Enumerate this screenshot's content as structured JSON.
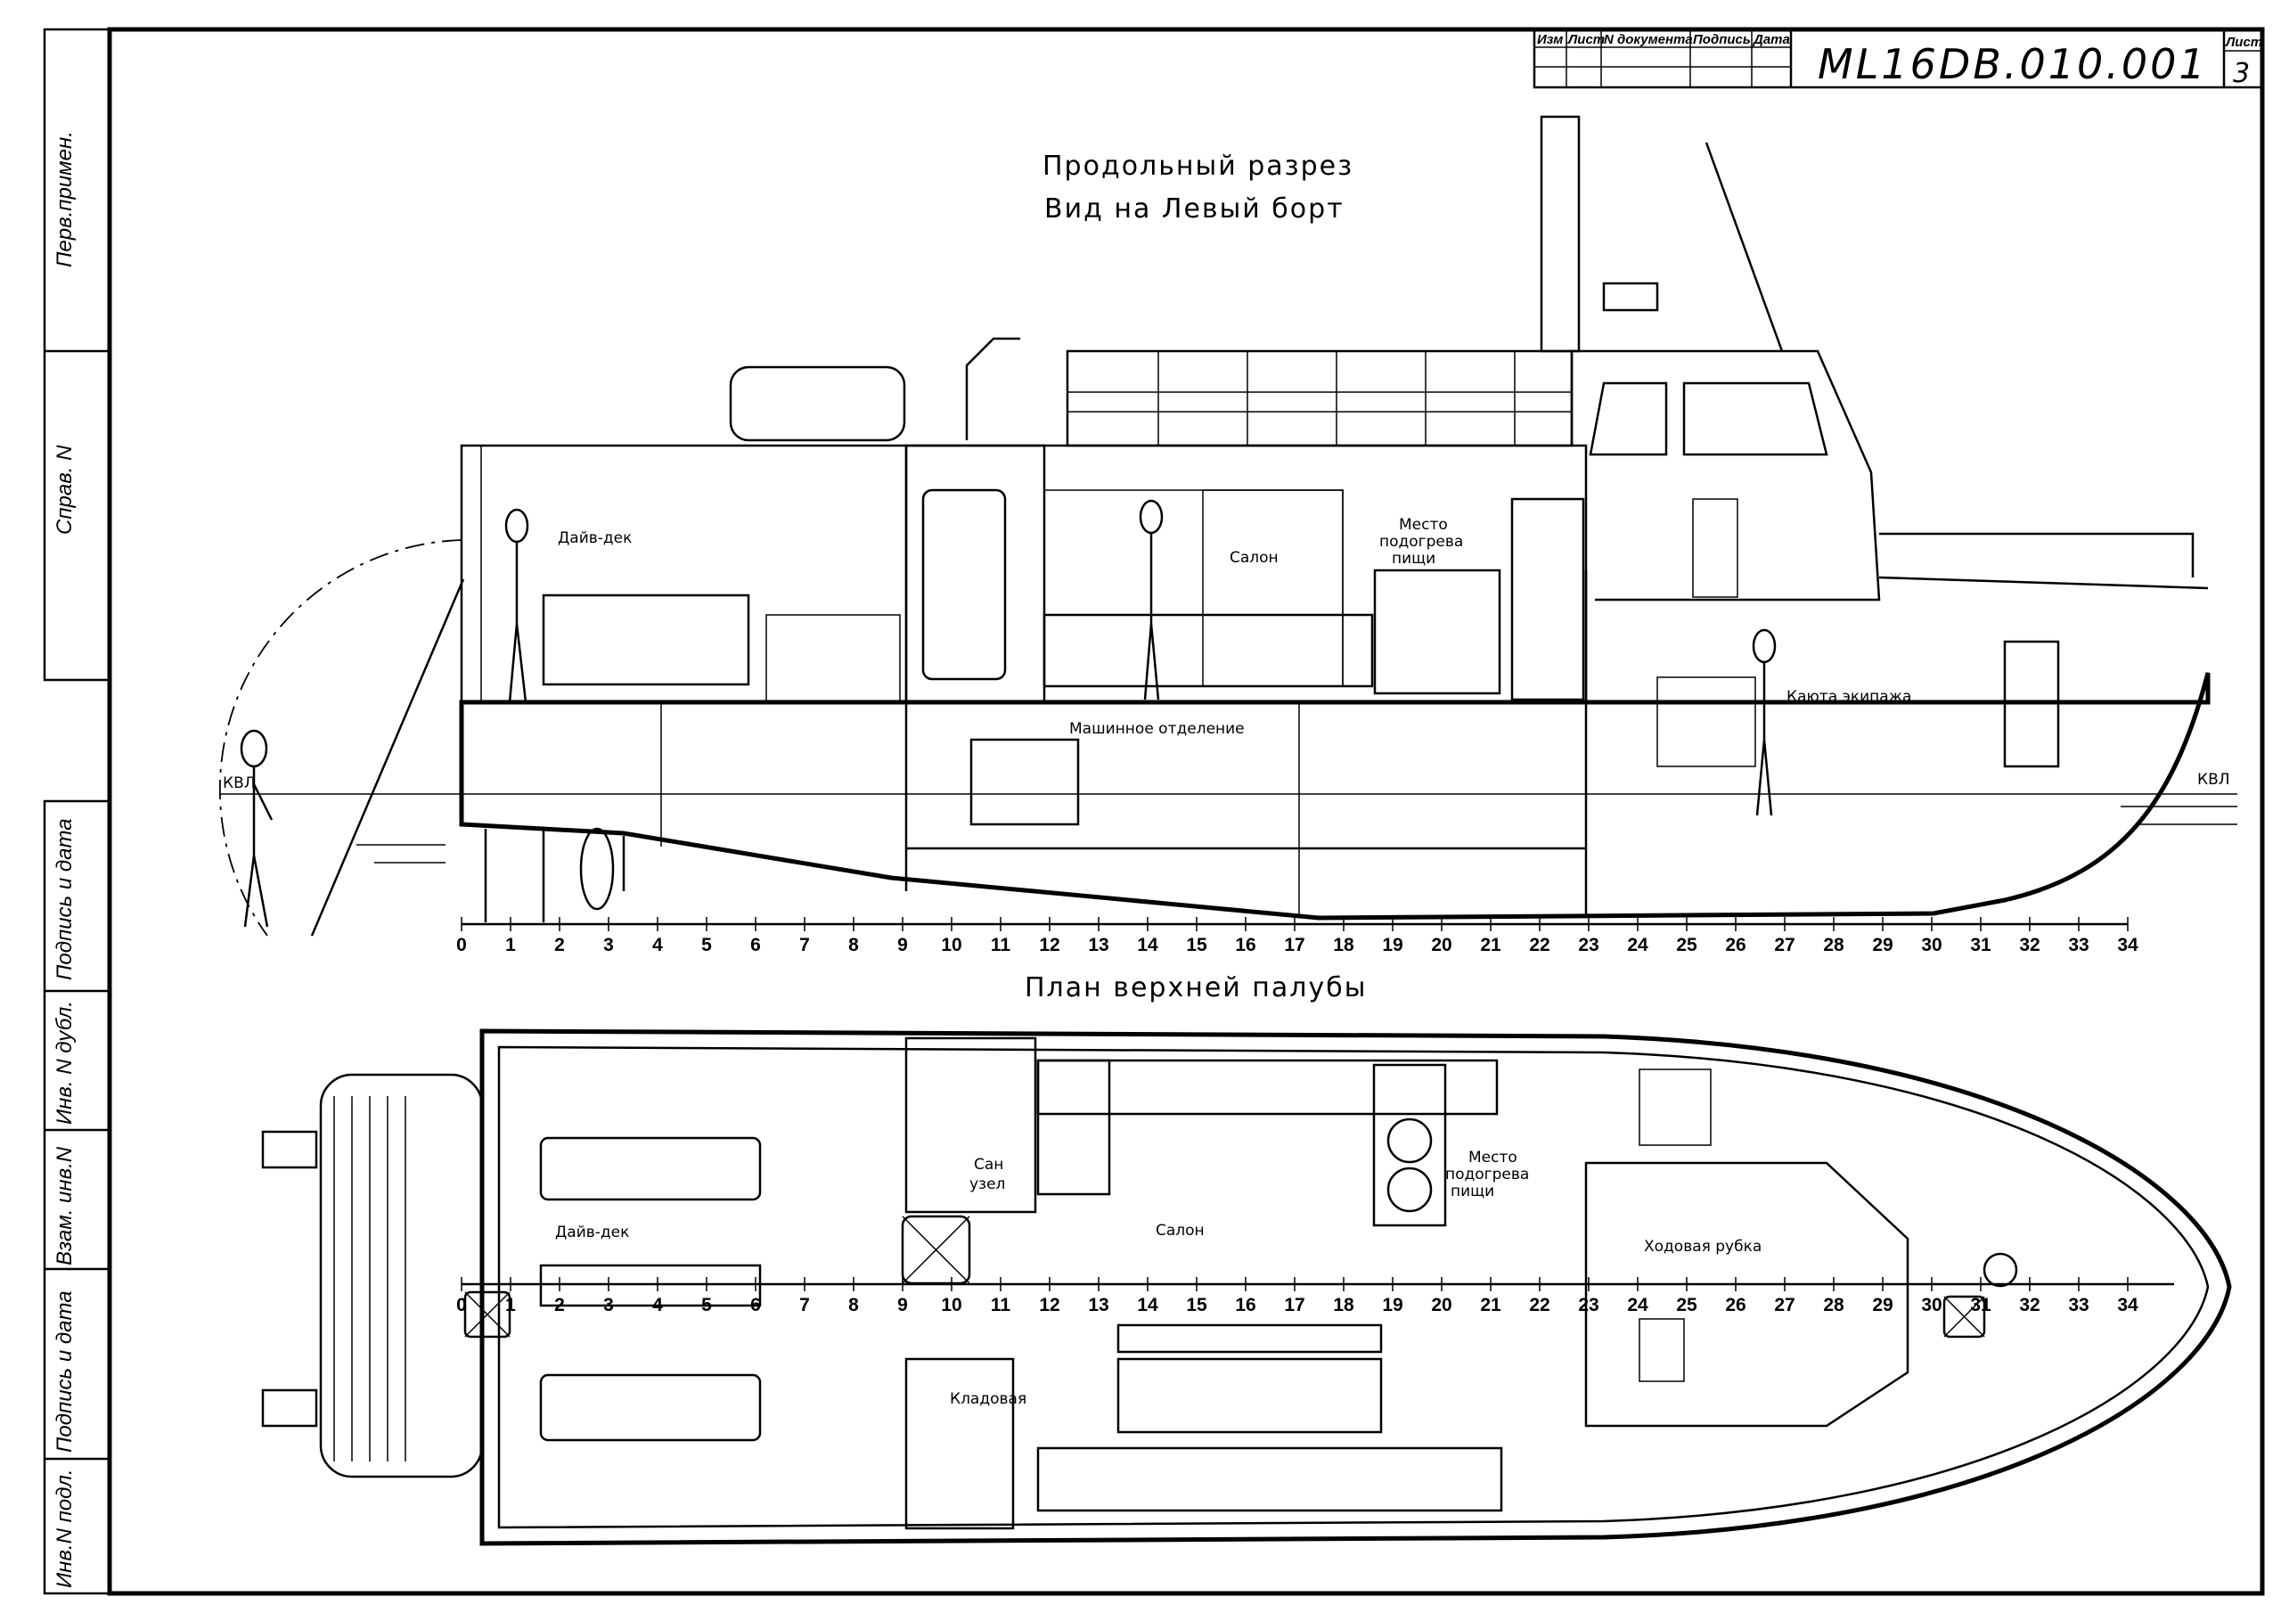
{
  "title_block": {
    "headers": [
      "Изм",
      "Лист",
      "N документа",
      "Подпись",
      "Дата"
    ],
    "document_code": "ML16DB.010.001",
    "sheet_label": "Лист",
    "sheet_number": "3"
  },
  "side_stamps": {
    "top": [
      "Перв.примен.",
      "Справ. N"
    ],
    "bottom": [
      "Подпись и дата",
      "Инв. N дубл.",
      "Взам. инв.N",
      "Подпись и дата",
      "Инв.N подл."
    ]
  },
  "profile_view": {
    "title_line1": "Продольный разрез",
    "title_line2": "Вид на Левый борт",
    "labels": {
      "dive_deck": "Дайв-дек",
      "salon": "Салон",
      "galley_1": "Место",
      "galley_2": "подогрева",
      "galley_3": "пищи",
      "engine_room": "Машинное отделение",
      "crew_cabin": "Каюта экипажа",
      "waterline_left": "КВЛ",
      "waterline_right": "КВЛ"
    },
    "frames": [
      0,
      1,
      2,
      3,
      4,
      5,
      6,
      7,
      8,
      9,
      10,
      11,
      12,
      13,
      14,
      15,
      16,
      17,
      18,
      19,
      20,
      21,
      22,
      23,
      24,
      25,
      26,
      27,
      28,
      29,
      30,
      31,
      32,
      33,
      34
    ]
  },
  "plan_view": {
    "title": "План верхней палубы",
    "labels": {
      "dive_deck": "Дайв-дек",
      "wc_1": "Сан",
      "wc_2": "узел",
      "salon": "Салон",
      "galley_1": "Место",
      "galley_2": "подогрева",
      "galley_3": "пищи",
      "wheelhouse": "Ходовая рубка",
      "storage": "Кладовая"
    },
    "frames": [
      0,
      1,
      2,
      3,
      4,
      5,
      6,
      7,
      8,
      9,
      10,
      11,
      12,
      13,
      14,
      15,
      16,
      17,
      18,
      19,
      20,
      21,
      22,
      23,
      24,
      25,
      26,
      27,
      28,
      29,
      30,
      31,
      32,
      33,
      34
    ]
  }
}
